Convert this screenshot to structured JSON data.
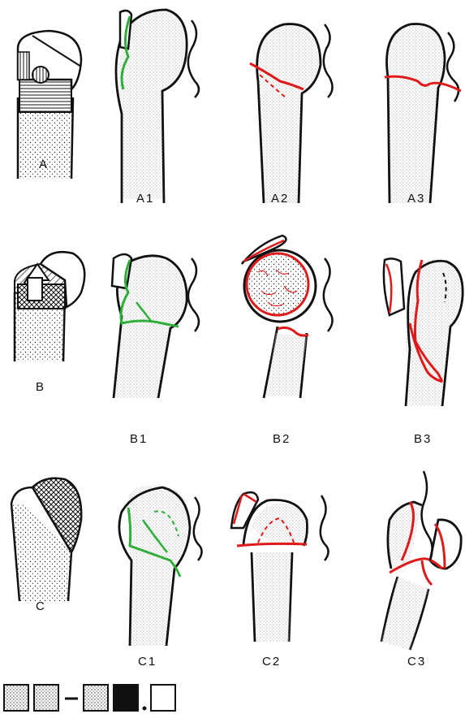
{
  "colors": {
    "outline": "#111111",
    "stipple": "#222222",
    "green_fracture": "#2fae3a",
    "red_fracture": "#e01a1a",
    "background": "#ffffff"
  },
  "groups": [
    {
      "schematic": "A",
      "variants": [
        "A1",
        "A2",
        "A3"
      ],
      "fracture_color": "green_fracture"
    },
    {
      "schematic": "B",
      "variants": [
        "B1",
        "B2",
        "B3"
      ],
      "fracture_color": "red_fracture"
    },
    {
      "schematic": "C",
      "variants": [
        "C1",
        "C2",
        "C3"
      ],
      "fracture_color": "red_fracture"
    }
  ],
  "legend": {
    "items": [
      "stippled-square",
      "stippled-square",
      "dash",
      "stippled-square",
      "black-square",
      "dot",
      "white-square"
    ]
  }
}
